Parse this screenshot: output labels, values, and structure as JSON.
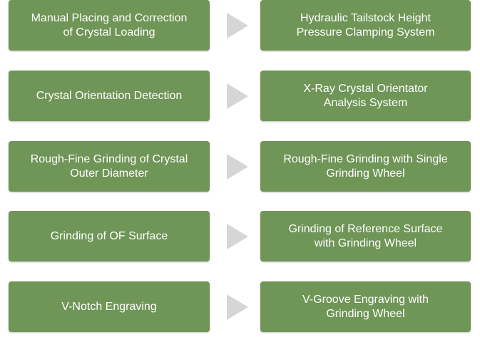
{
  "colors": {
    "box_fill": "#6f9557",
    "box_text": "#ffffff",
    "arrow": "#d6d6d6"
  },
  "rows": [
    {
      "process": [
        "Manual Placing and Correction",
        "of Crystal Loading"
      ],
      "solution": [
        "Hydraulic Tailstock Height",
        "Pressure Clamping System"
      ]
    },
    {
      "process": [
        "Crystal Orientation Detection"
      ],
      "solution": [
        "X-Ray Crystal Orientator",
        "Analysis System"
      ]
    },
    {
      "process": [
        "Rough-Fine Grinding of Crystal",
        "Outer Diameter"
      ],
      "solution": [
        "Rough-Fine Grinding with Single",
        "Grinding Wheel"
      ]
    },
    {
      "process": [
        "Grinding of OF Surface"
      ],
      "solution": [
        "Grinding of Reference Surface",
        "with Grinding Wheel"
      ]
    },
    {
      "process": [
        "V-Notch Engraving"
      ],
      "solution": [
        "V-Groove Engraving with",
        "Grinding Wheel"
      ]
    }
  ]
}
